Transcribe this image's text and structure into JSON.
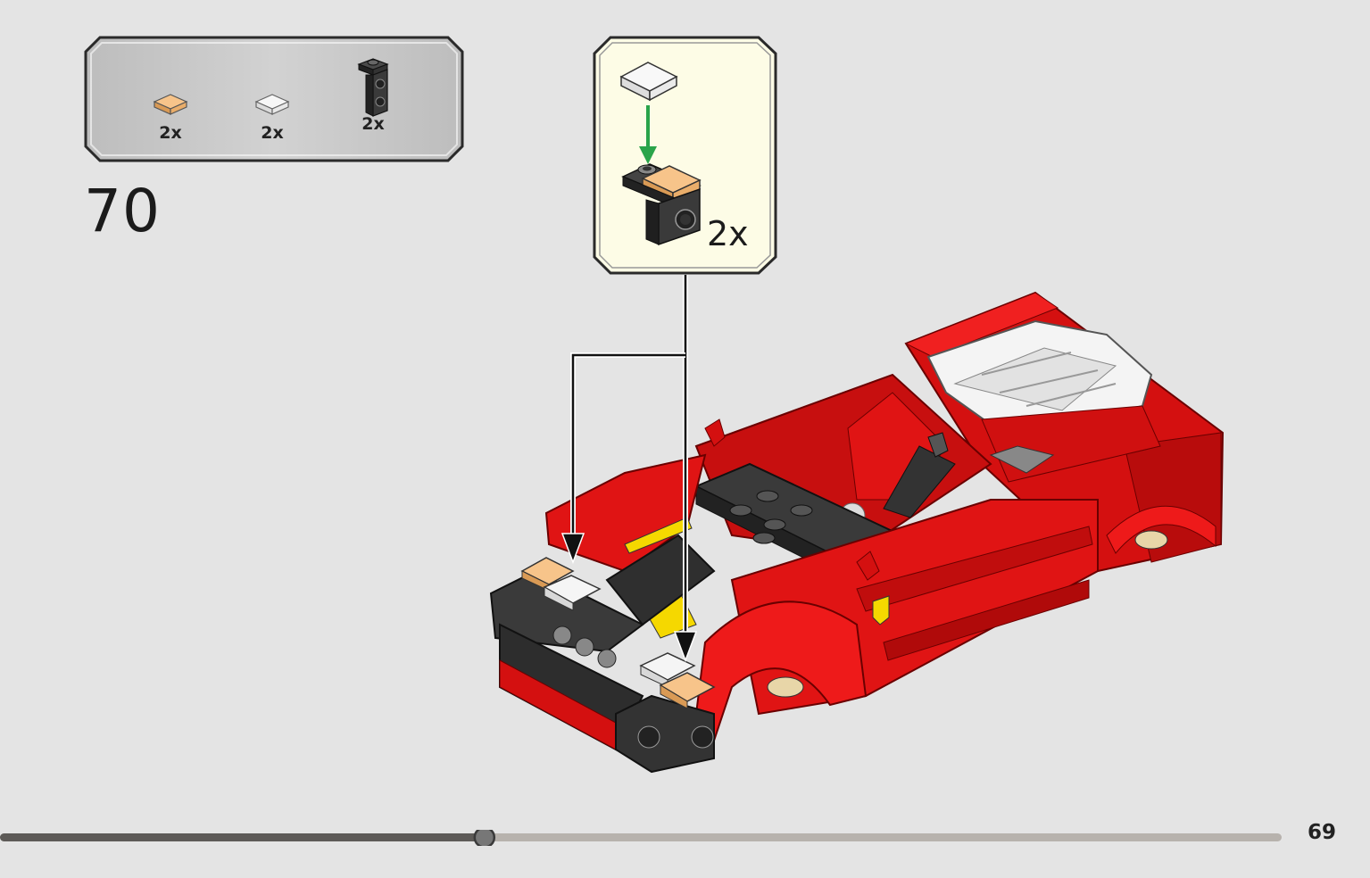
{
  "parts_list": {
    "items": [
      {
        "name": "tile-1x1-transparent-orange",
        "qty": "2x"
      },
      {
        "name": "tile-1x1-transparent-clear",
        "qty": "2x"
      },
      {
        "name": "bracket-1x1-1x2-black",
        "qty": "2x"
      }
    ]
  },
  "step": {
    "number": "70"
  },
  "sub_assembly": {
    "qty": "2x"
  },
  "progress": {
    "fraction": 0.378
  },
  "page": {
    "number": "69"
  },
  "colors": {
    "background": "#e4e4e4",
    "panel_gray": "#c9c9c9",
    "panel_cream": "#fdfce6",
    "car_red": "#e01414",
    "arrow_green": "#2aa44a",
    "accent_yellow": "#f5d800"
  }
}
